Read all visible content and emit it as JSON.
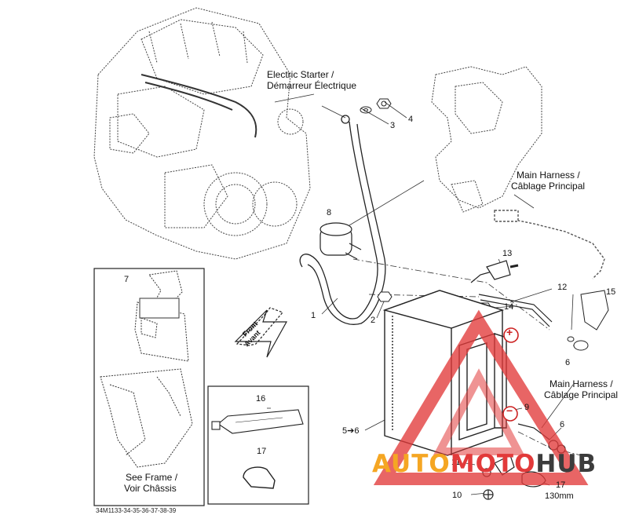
{
  "callouts": {
    "electric_starter": [
      "Electric Starter /",
      "Démarreur Électrique"
    ],
    "main_harness_top": [
      "Main Harness /",
      "Câblage Principal"
    ],
    "main_harness_right": [
      "Main Harness /",
      "Câblage Principal"
    ],
    "see_frame": [
      "See Frame /",
      "Voir Châssis"
    ],
    "front": [
      "Front",
      "Avant"
    ]
  },
  "parts": [
    "1",
    "2",
    "3",
    "4",
    "5➔6",
    "6",
    "6",
    "7",
    "8",
    "9",
    "10",
    "11",
    "12",
    "13",
    "14",
    "15",
    "16",
    "17",
    "17",
    "130mm"
  ],
  "figure_id": "34M1133-34-35-36-37-38-39",
  "watermark": {
    "part1": "AUTO",
    "part2": "MOTO",
    "part3": "HUB",
    "color_orange": "#f5a623",
    "color_red": "#e23a3a",
    "color_dark": "#3c3c3c"
  },
  "battery_terminals": {
    "positive": "+",
    "negative": "−"
  }
}
